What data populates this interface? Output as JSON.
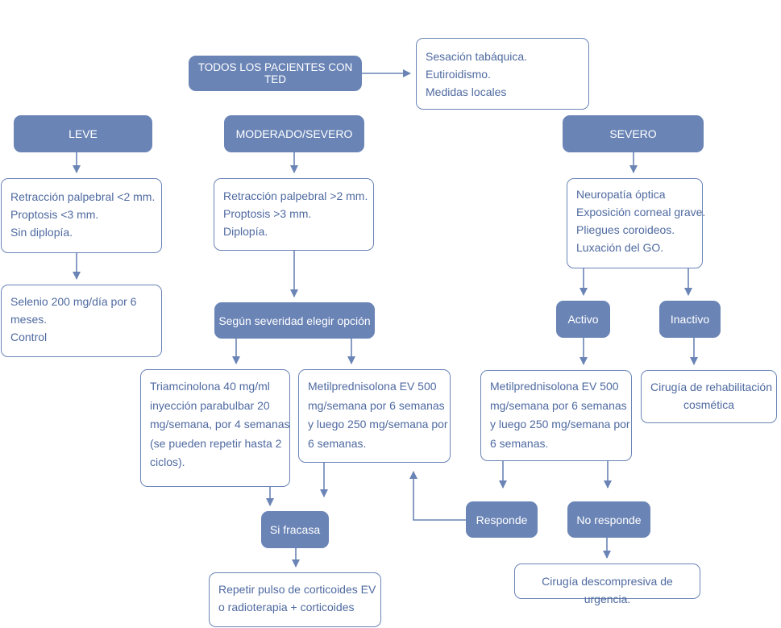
{
  "colors": {
    "primary": "#6a84b6",
    "text": "#4f6aa0",
    "arrow": "#6a84b6",
    "background": "#ffffff"
  },
  "nodes": {
    "all_patients": "TODOS LOS PACIENTES CON TED",
    "general_measures": [
      "Sesación tabáquica.",
      "Eutiroidismo.",
      "Medidas locales"
    ],
    "leve": "LEVE",
    "moderado": "MODERADO/SEVERO",
    "severo": "SEVERO",
    "leve_criteria": [
      "Retracción palpebral <2 mm.",
      "Proptosis <3 mm.",
      "Sin diplopía."
    ],
    "moderado_criteria": [
      "Retracción palpebral >2 mm.",
      "Proptosis >3 mm.",
      "Diplopía."
    ],
    "severo_criteria": [
      "Neuropatía óptica",
      "Exposición corneal grave.",
      "Pliegues coroideos.",
      "Luxación del GO."
    ],
    "leve_treatment": [
      "Selenio 200 mg/día por 6",
      "meses.",
      "Control"
    ],
    "choose_option": "Según severidad elegir opción",
    "activo": "Activo",
    "inactivo": "Inactivo",
    "triamcinolona": [
      "Triamcinolona 40 mg/ml",
      "inyección parabulbar 20",
      "mg/semana, por 4 semanas",
      "(se pueden repetir hasta 2",
      "ciclos)."
    ],
    "metil_moderado": [
      "Metilprednisolona EV 500",
      "mg/semana por 6 semanas",
      "y luego 250 mg/semana por",
      "6 semanas."
    ],
    "metil_activo": [
      "Metilprednisolona EV 500",
      "mg/semana por 6 semanas",
      "y luego 250 mg/semana por",
      "6 semanas."
    ],
    "cirugia_rehab": [
      "Cirugía de rehabilitación",
      "cosmética"
    ],
    "si_fracasa": "Si fracasa",
    "responde": "Responde",
    "no_responde": "No responde",
    "repetir": [
      "Repetir pulso de corticoides EV",
      "o radioterapia + corticoides"
    ],
    "cirugia_urgencia": "Cirugía descompresiva de urgencia."
  }
}
